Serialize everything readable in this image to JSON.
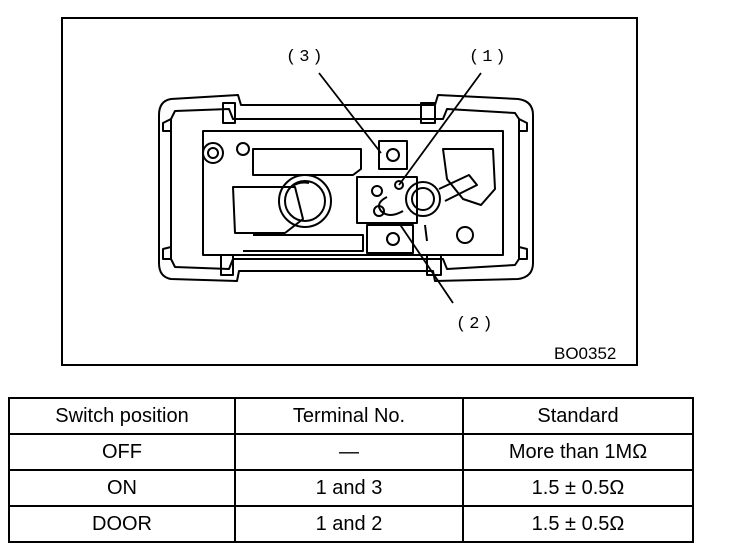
{
  "figure": {
    "callouts": {
      "c1": "(1)",
      "c2": "(2)",
      "c3": "(3)"
    },
    "figure_id": "BO0352"
  },
  "table": {
    "headers": [
      "Switch position",
      "Terminal No.",
      "Standard"
    ],
    "rows": [
      [
        "OFF",
        "—",
        "More than 1MΩ"
      ],
      [
        "ON",
        "1 and 3",
        "1.5 ± 0.5Ω"
      ],
      [
        "DOOR",
        "1 and 2",
        "1.5 ± 0.5Ω"
      ]
    ]
  }
}
